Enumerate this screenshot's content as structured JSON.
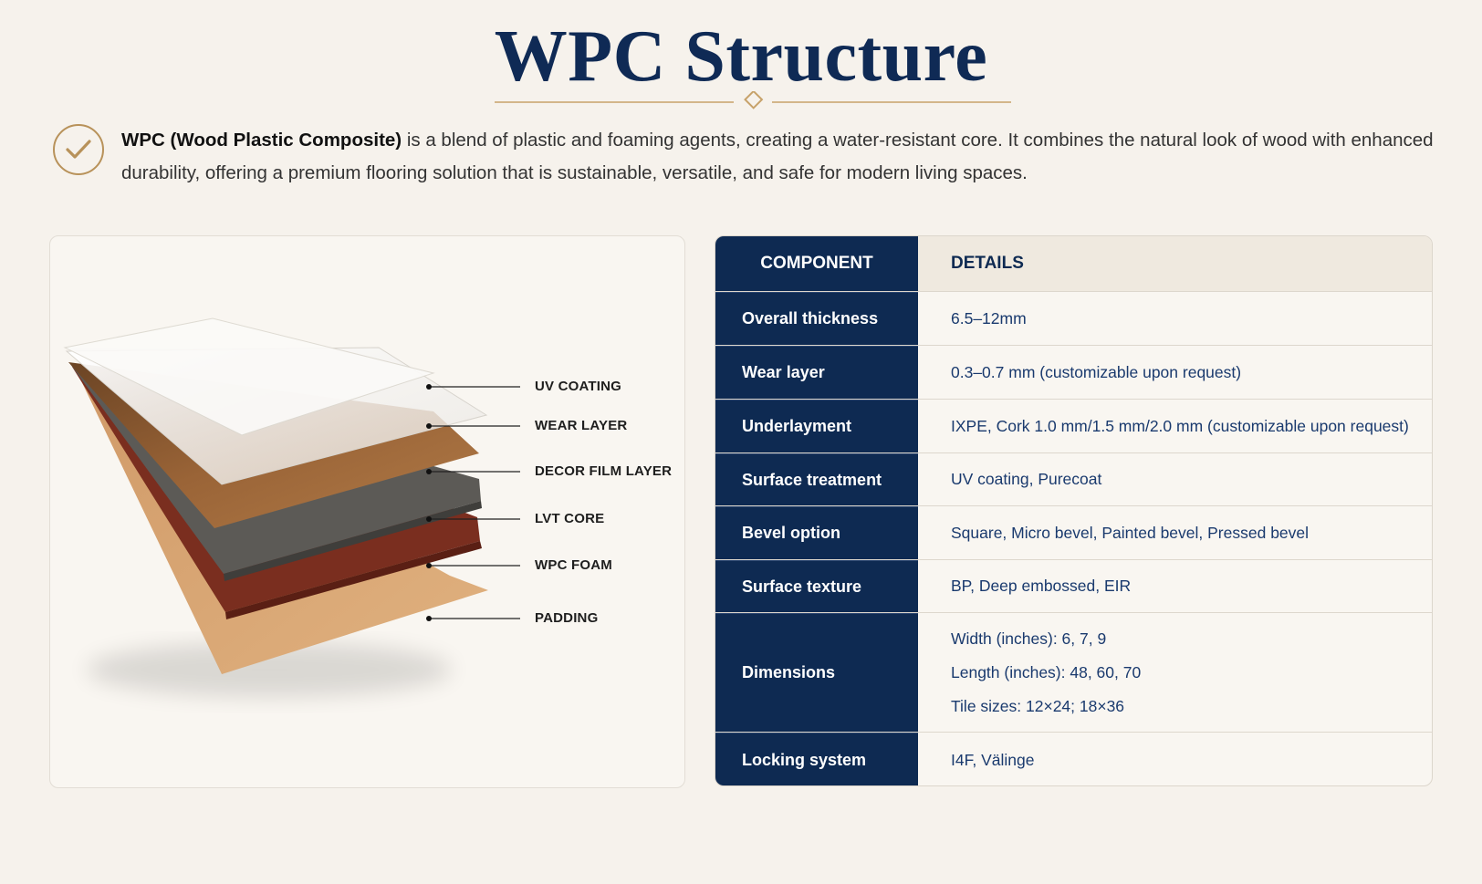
{
  "title": "WPC Structure",
  "intro": {
    "bold": "WPC (Wood Plastic Composite)",
    "text": " is a blend of plastic and foaming agents, creating a water-resistant core. It combines the natural look of wood with enhanced durability, offering a premium flooring solution that is sustainable, versatile, and safe for modern living spaces."
  },
  "diagram": {
    "layers": [
      {
        "label": "UV COATING"
      },
      {
        "label": "WEAR LAYER"
      },
      {
        "label": "DECOR FILM LAYER"
      },
      {
        "label": "LVT CORE"
      },
      {
        "label": "WPC FOAM"
      },
      {
        "label": "PADDING"
      }
    ]
  },
  "table": {
    "headers": {
      "component": "COMPONENT",
      "details": "DETAILS"
    },
    "rows": [
      {
        "component": "Overall thickness",
        "details": "6.5–12mm"
      },
      {
        "component": "Wear layer",
        "details": "0.3–0.7 mm (customizable upon request)"
      },
      {
        "component": "Underlayment",
        "details": "IXPE, Cork 1.0 mm/1.5 mm/2.0 mm (customizable upon request)"
      },
      {
        "component": "Surface treatment",
        "details": "UV coating, Purecoat"
      },
      {
        "component": "Bevel option",
        "details": "Square, Micro bevel, Painted bevel, Pressed bevel"
      },
      {
        "component": "Surface texture",
        "details": "BP, Deep embossed, EIR"
      },
      {
        "component": "Dimensions",
        "details_lines": [
          "Width (inches): 6, 7, 9",
          "Length (inches): 48, 60, 70",
          "Tile sizes: 12×24; 18×36"
        ]
      },
      {
        "component": "Locking system",
        "details": "I4F, Välinge"
      }
    ]
  },
  "colors": {
    "navy": "#0e2a52",
    "gold": "#b8925a",
    "background": "#f6f2ec"
  }
}
